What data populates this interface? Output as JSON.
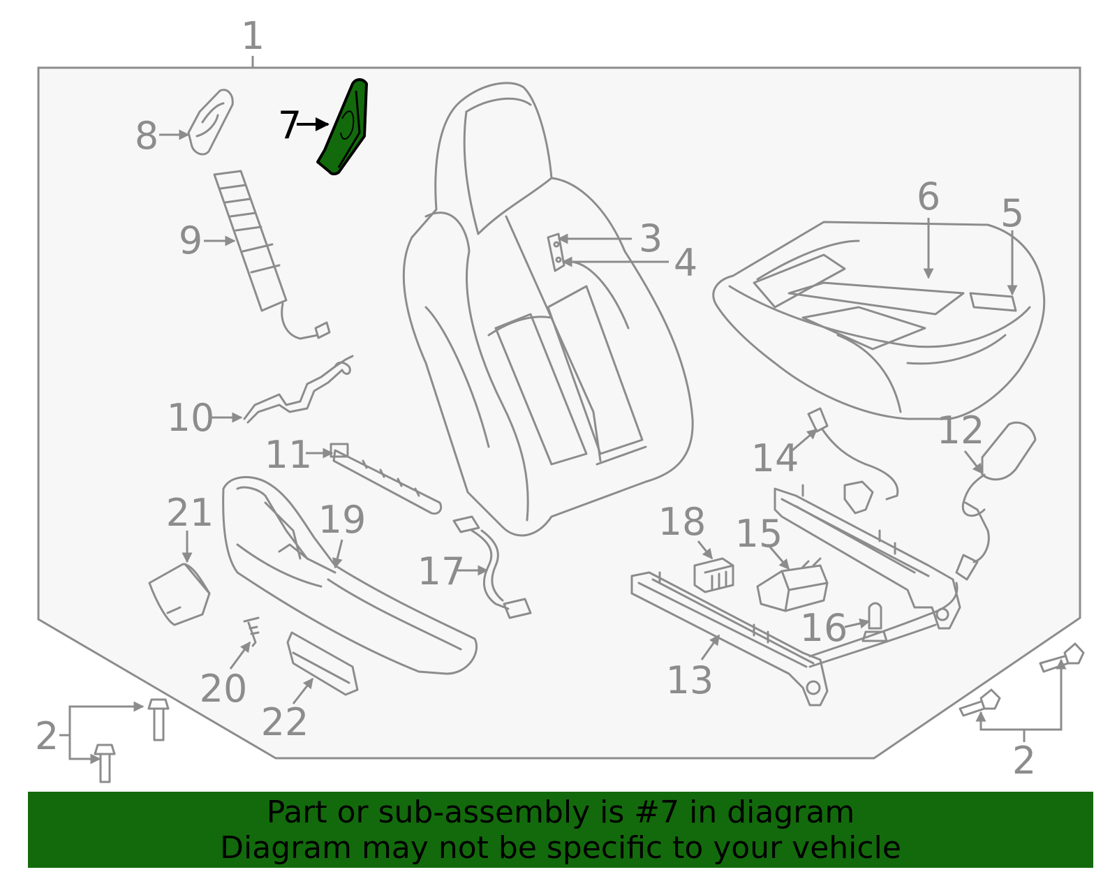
{
  "callouts": {
    "c1": "1",
    "c2a": "2",
    "c2b": "2",
    "c3": "3",
    "c4": "4",
    "c5": "5",
    "c6": "6",
    "c7": "7",
    "c8": "8",
    "c9": "9",
    "c10": "10",
    "c11": "11",
    "c12": "12",
    "c13": "13",
    "c14": "14",
    "c15": "15",
    "c16": "16",
    "c17": "17",
    "c18": "18",
    "c19": "19",
    "c20": "20",
    "c21": "21",
    "c22": "22"
  },
  "highlighted_part": "7",
  "banner": {
    "line1": "Part or sub-assembly is #7 in diagram",
    "line2": "Diagram may not be specific to your vehicle"
  },
  "colors": {
    "background": "#ffffff",
    "panel": "#f7f7f7",
    "line": "#8c8c8c",
    "highlight_fill": "#136a0c",
    "banner": "#136a0c"
  }
}
